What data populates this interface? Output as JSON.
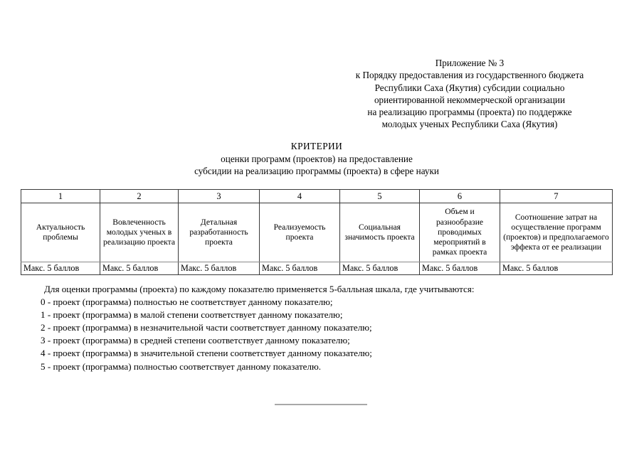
{
  "appendix": {
    "lines": [
      "Приложение № 3",
      "к Порядку предоставления из государственного бюджета",
      "Республики Саха (Якутия) субсидии социально",
      "ориентированной некоммерческой организации",
      "на реализацию программы (проекта) по поддержке",
      "молодых ученых Республики Саха (Якутия)"
    ]
  },
  "title": {
    "main": "КРИТЕРИИ",
    "sub1": "оценки программ (проектов) на предоставление",
    "sub2": "субсидии на реализацию программы (проекта) в сфере науки"
  },
  "table": {
    "column_numbers": [
      "1",
      "2",
      "3",
      "4",
      "5",
      "6",
      "7"
    ],
    "criteria": [
      "Актуальность проблемы",
      "Вовлеченность молодых ученых в реализацию проекта",
      "Детальная разработанность проекта",
      "Реализуемость проекта",
      "Социальная значимость проекта",
      "Объем и разнообразие проводимых мероприятий в рамках проекта",
      "Соотношение затрат на осуществление программ (проектов) и предполагаемого эффекта от ее реализации"
    ],
    "scores": [
      "Макс. 5 баллов",
      "Макс. 5 баллов",
      "Макс. 5 баллов",
      "Макс. 5 баллов",
      "Макс. 5 баллов",
      "Макс. 5 баллов",
      "Макс. 5 баллов"
    ]
  },
  "scale": {
    "intro": "Для оценки программы (проекта) по каждому показателю применяется 5-балльная шкала, где учитываются:",
    "items": [
      "0 - проект (программа) полностью не соответствует данному показателю;",
      "1 - проект (программа) в малой степени соответствует данному показателю;",
      "2 - проект (программа) в незначительной части соответствует данному показателю;",
      "3 - проект (программа) в средней степени соответствует данному показателю;",
      "4 - проект (программа) в значительной степени соответствует данному показателю;",
      "5 - проект (программа) полностью соответствует данному показателю."
    ]
  }
}
